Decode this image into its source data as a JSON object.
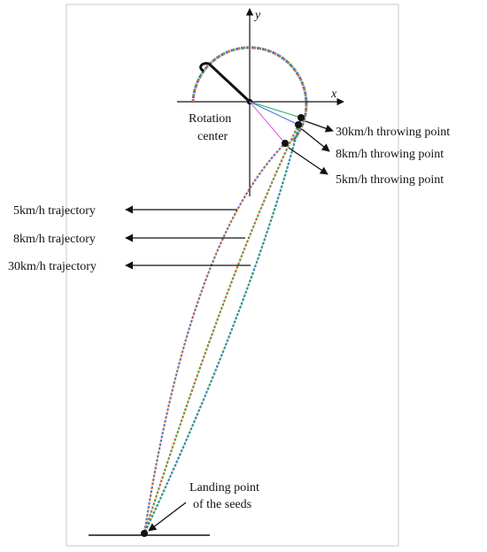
{
  "diagram": {
    "axes": {
      "x_label": "x",
      "y_label": "y"
    },
    "rotation_center_label": [
      "Rotation",
      "center"
    ],
    "throwing_points": [
      {
        "label": "30km/h throwing point",
        "color": "#22aa55"
      },
      {
        "label": "8km/h throwing point",
        "color": "#3377dd"
      },
      {
        "label": "5km/h throwing point",
        "color": "#dd55dd"
      }
    ],
    "trajectories": [
      {
        "label": "5km/h trajectory"
      },
      {
        "label": "8km/h trajectory"
      },
      {
        "label": "30km/h trajectory"
      }
    ],
    "landing_label": [
      "Landing point",
      "of the seeds"
    ],
    "colors": {
      "dotted_a": "#e0662a",
      "dotted_b": "#3a6fd8",
      "dotted_c": "#2aa84a",
      "ink": "#111111"
    }
  }
}
